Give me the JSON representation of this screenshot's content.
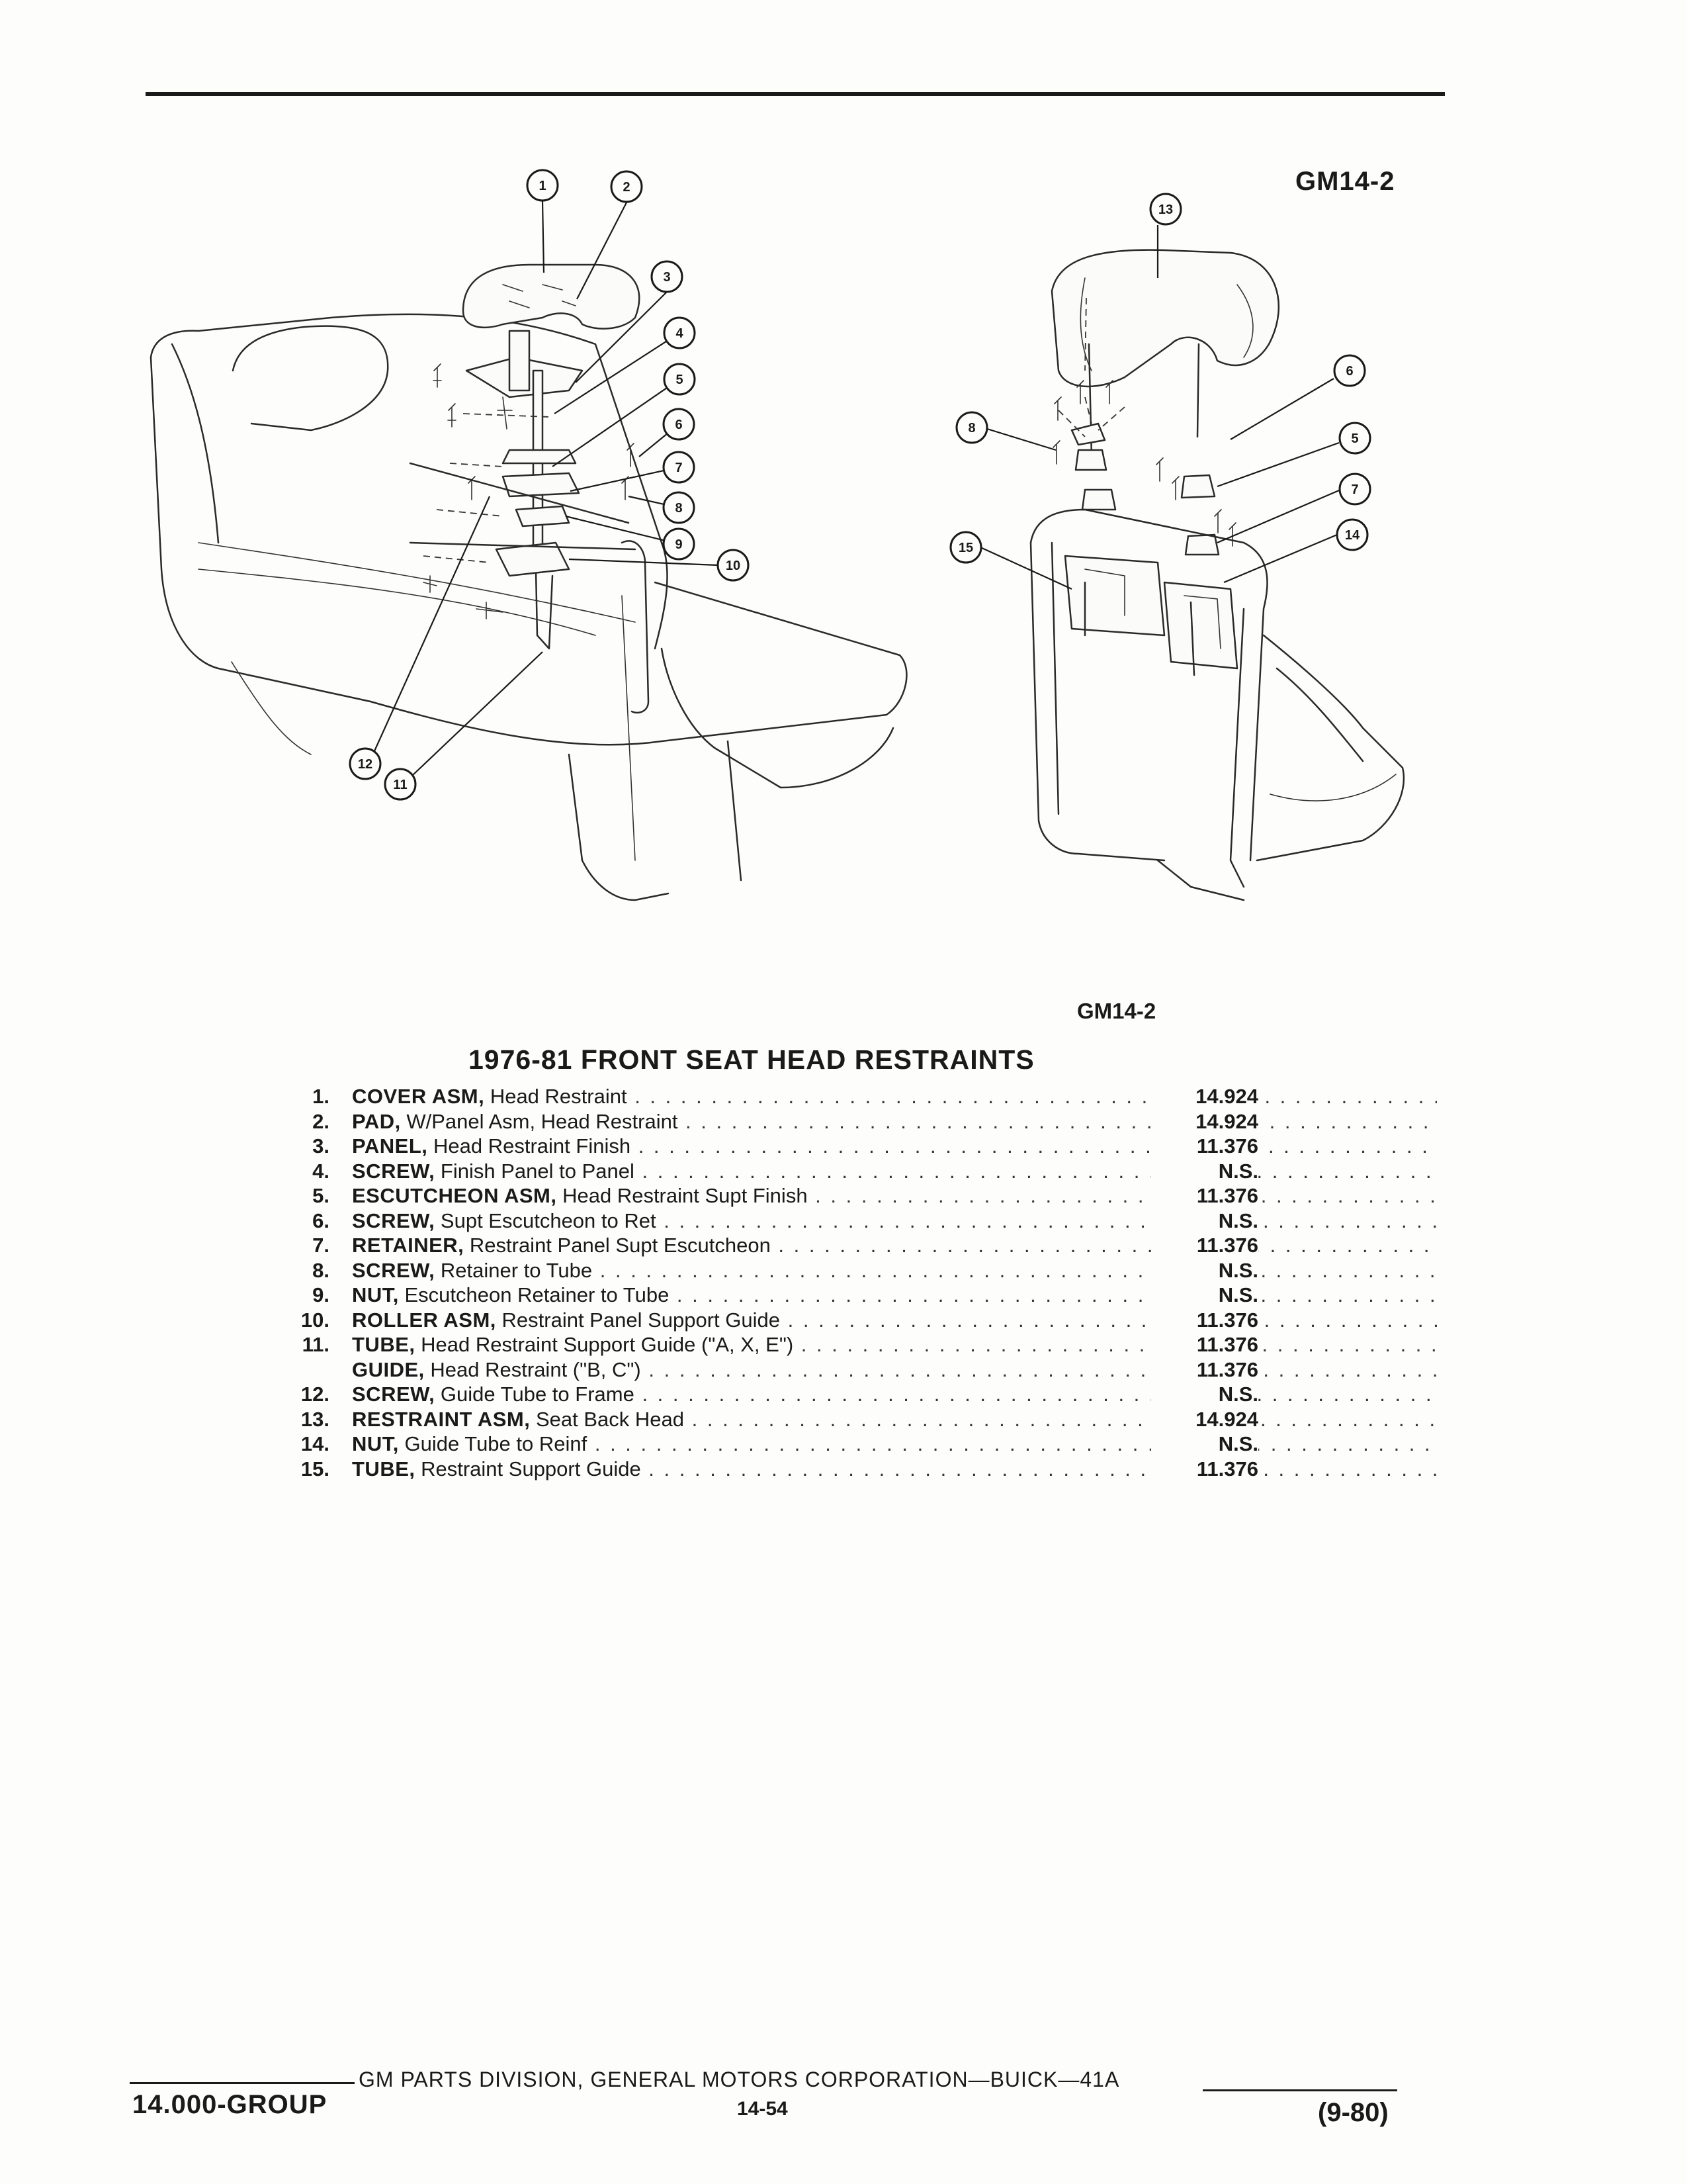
{
  "header": {
    "figure_code": "GM14-2"
  },
  "diagram": {
    "caption_code": "GM14-2",
    "callouts": [
      "1",
      "2",
      "3",
      "4",
      "5",
      "6",
      "7",
      "8",
      "9",
      "10",
      "11",
      "12",
      "13",
      "6",
      "8",
      "5",
      "7",
      "15",
      "14"
    ]
  },
  "parts": {
    "title": "1976-81 FRONT SEAT HEAD RESTRAINTS",
    "items": [
      {
        "num": "1.",
        "name": "COVER ASM,",
        "desc": " Head Restraint",
        "price": "14.924"
      },
      {
        "num": "2.",
        "name": "PAD,",
        "desc": " W/Panel Asm, Head Restraint",
        "price": "14.924"
      },
      {
        "num": "3.",
        "name": "PANEL,",
        "desc": " Head Restraint Finish",
        "price": "11.376"
      },
      {
        "num": "4.",
        "name": "SCREW,",
        "desc": " Finish Panel to Panel",
        "price": "N.S."
      },
      {
        "num": "5.",
        "name": "ESCUTCHEON ASM,",
        "desc": " Head Restraint Supt Finish",
        "price": "11.376"
      },
      {
        "num": "6.",
        "name": "SCREW,",
        "desc": " Supt Escutcheon to Ret",
        "price": "N.S."
      },
      {
        "num": "7.",
        "name": "RETAINER,",
        "desc": " Restraint Panel Supt Escutcheon",
        "price": "11.376"
      },
      {
        "num": "8.",
        "name": "SCREW,",
        "desc": " Retainer to Tube",
        "price": "N.S."
      },
      {
        "num": "9.",
        "name": "NUT,",
        "desc": " Escutcheon Retainer to Tube",
        "price": "N.S."
      },
      {
        "num": "10.",
        "name": "ROLLER ASM,",
        "desc": " Restraint Panel Support Guide",
        "price": "11.376"
      },
      {
        "num": "11.",
        "name": "TUBE,",
        "desc": " Head Restraint Support Guide (\"A, X, E\")",
        "price": "11.376"
      },
      {
        "num": "",
        "name": "GUIDE,",
        "desc": " Head Restraint (\"B, C\")",
        "price": "11.376"
      },
      {
        "num": "12.",
        "name": "SCREW,",
        "desc": " Guide Tube to Frame",
        "price": "N.S."
      },
      {
        "num": "13.",
        "name": "RESTRAINT ASM,",
        "desc": " Seat Back Head",
        "price": "14.924"
      },
      {
        "num": "14.",
        "name": "NUT,",
        "desc": " Guide Tube to Reinf",
        "price": "N.S."
      },
      {
        "num": "15.",
        "name": "TUBE,",
        "desc": " Restraint Support Guide",
        "price": "11.376"
      }
    ]
  },
  "footer": {
    "corporation": "GM PARTS DIVISION, GENERAL MOTORS CORPORATION—BUICK—41A",
    "group": "14.000-GROUP",
    "page": "14-54",
    "date": "(9-80)"
  }
}
